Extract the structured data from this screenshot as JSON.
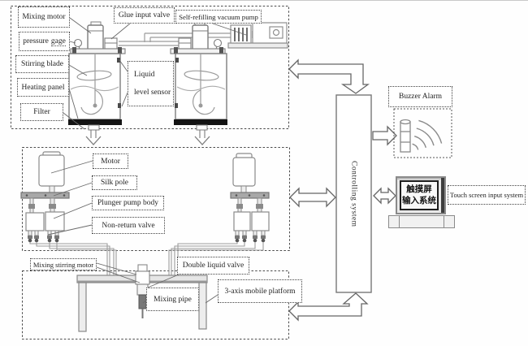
{
  "colors": {
    "line_gray": "#8f8f8f",
    "border_dotted": "#3f3f3f",
    "tank_band_black": "#141414",
    "text": "#1f1f1f"
  },
  "sections": {
    "tank_unit": {
      "labels": {
        "mixing_motor": "Mixing motor",
        "pressure_gage_word1": "pressure",
        "pressure_gage_word2": "gage",
        "stirring_blade": "Stirring blade",
        "heating_panel": "Heating panel",
        "filter": "Filter",
        "glue_input_valve": "Glue input valve",
        "self_refilling_vacuum_pump": "Self-refilling vacuum pump",
        "liquid_level_sensor_line1": "Liquid",
        "liquid_level_sensor_line2": "level sensor"
      }
    },
    "pump_unit": {
      "labels": {
        "motor": "Motor",
        "silk_pole": "Silk pole",
        "plunger_pump_body": "Plunger pump body",
        "non_return_valve": "Non-return valve"
      }
    },
    "platform_unit": {
      "labels": {
        "mixing_stirring_motor": "Mixing stirring motor",
        "double_liquid_valve": "Double liquid valve",
        "mixing_pipe": "Mixing pipe",
        "three_axis_mobile_platform": "3-axis mobile platform"
      }
    },
    "control": {
      "controlling_system": "Controlling system",
      "buzzer_alarm": "Buzzer Alarm",
      "touch_screen_cn_line1": "触摸屏",
      "touch_screen_cn_line2": "输入系统",
      "touch_screen_label": "Touch screen input system"
    }
  }
}
